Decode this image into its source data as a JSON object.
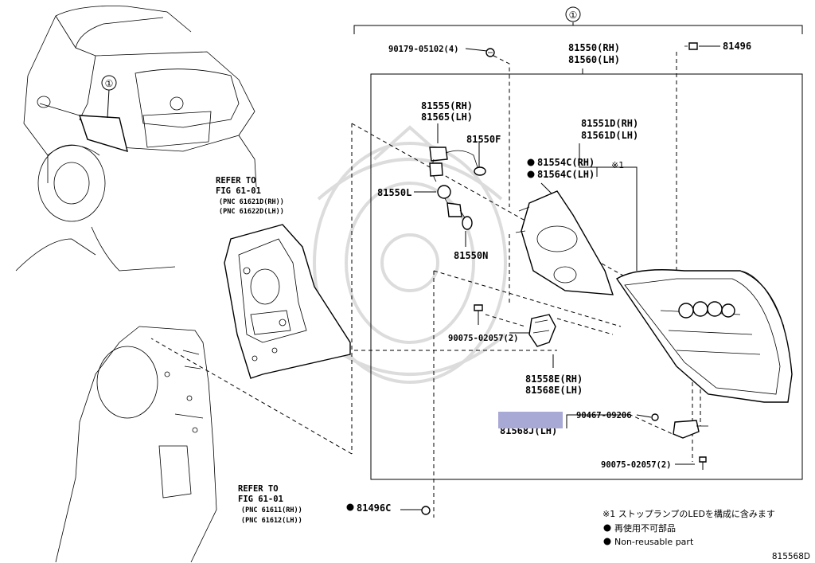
{
  "diagram": {
    "assembly_marker": "①",
    "car_callout_marker": "①",
    "labels": {
      "p90179": "90179-05102(4)",
      "p81550": "81550(RH)",
      "p81560": "81560(LH)",
      "p81496": "81496",
      "p81555": "81555(RH)",
      "p81565": "81565(LH)",
      "p81550F": "81550F",
      "p81551D": "81551D(RH)",
      "p81561D": "81561D(LH)",
      "p81554C": "81554C(RH)",
      "p81564C": "81564C(LH)",
      "star1": "※1",
      "p81550L": "81550L",
      "p81550N": "81550N",
      "p90075a": "90075-02057(2)",
      "p81558E": "81558E(RH)",
      "p81568E": "81568E(LH)",
      "p90467": "90467-09206",
      "p81568J": "81568J(LH)",
      "p90075b": "90075-02057(2)",
      "p81496C": "81496C"
    },
    "refer_upper": {
      "line1": "REFER TO",
      "line2": "FIG 61-01",
      "line3": "(PNC 61621D(RH))",
      "line4": "(PNC 61622D(LH))"
    },
    "refer_lower": {
      "line1": "REFER TO",
      "line2": "FIG 61-01",
      "line3": "(PNC 61611(RH))",
      "line4": "(PNC 61612(LH))"
    },
    "notes": {
      "star_note": "※1 ストップランプのLEDを構成に含みます",
      "non_reuse_jp": "再使用不可部品",
      "non_reuse_en": "Non-reusable part"
    },
    "figure_code": "815568D",
    "redaction_color": "#a9a9d6",
    "non_reusable_bullet": "●"
  }
}
